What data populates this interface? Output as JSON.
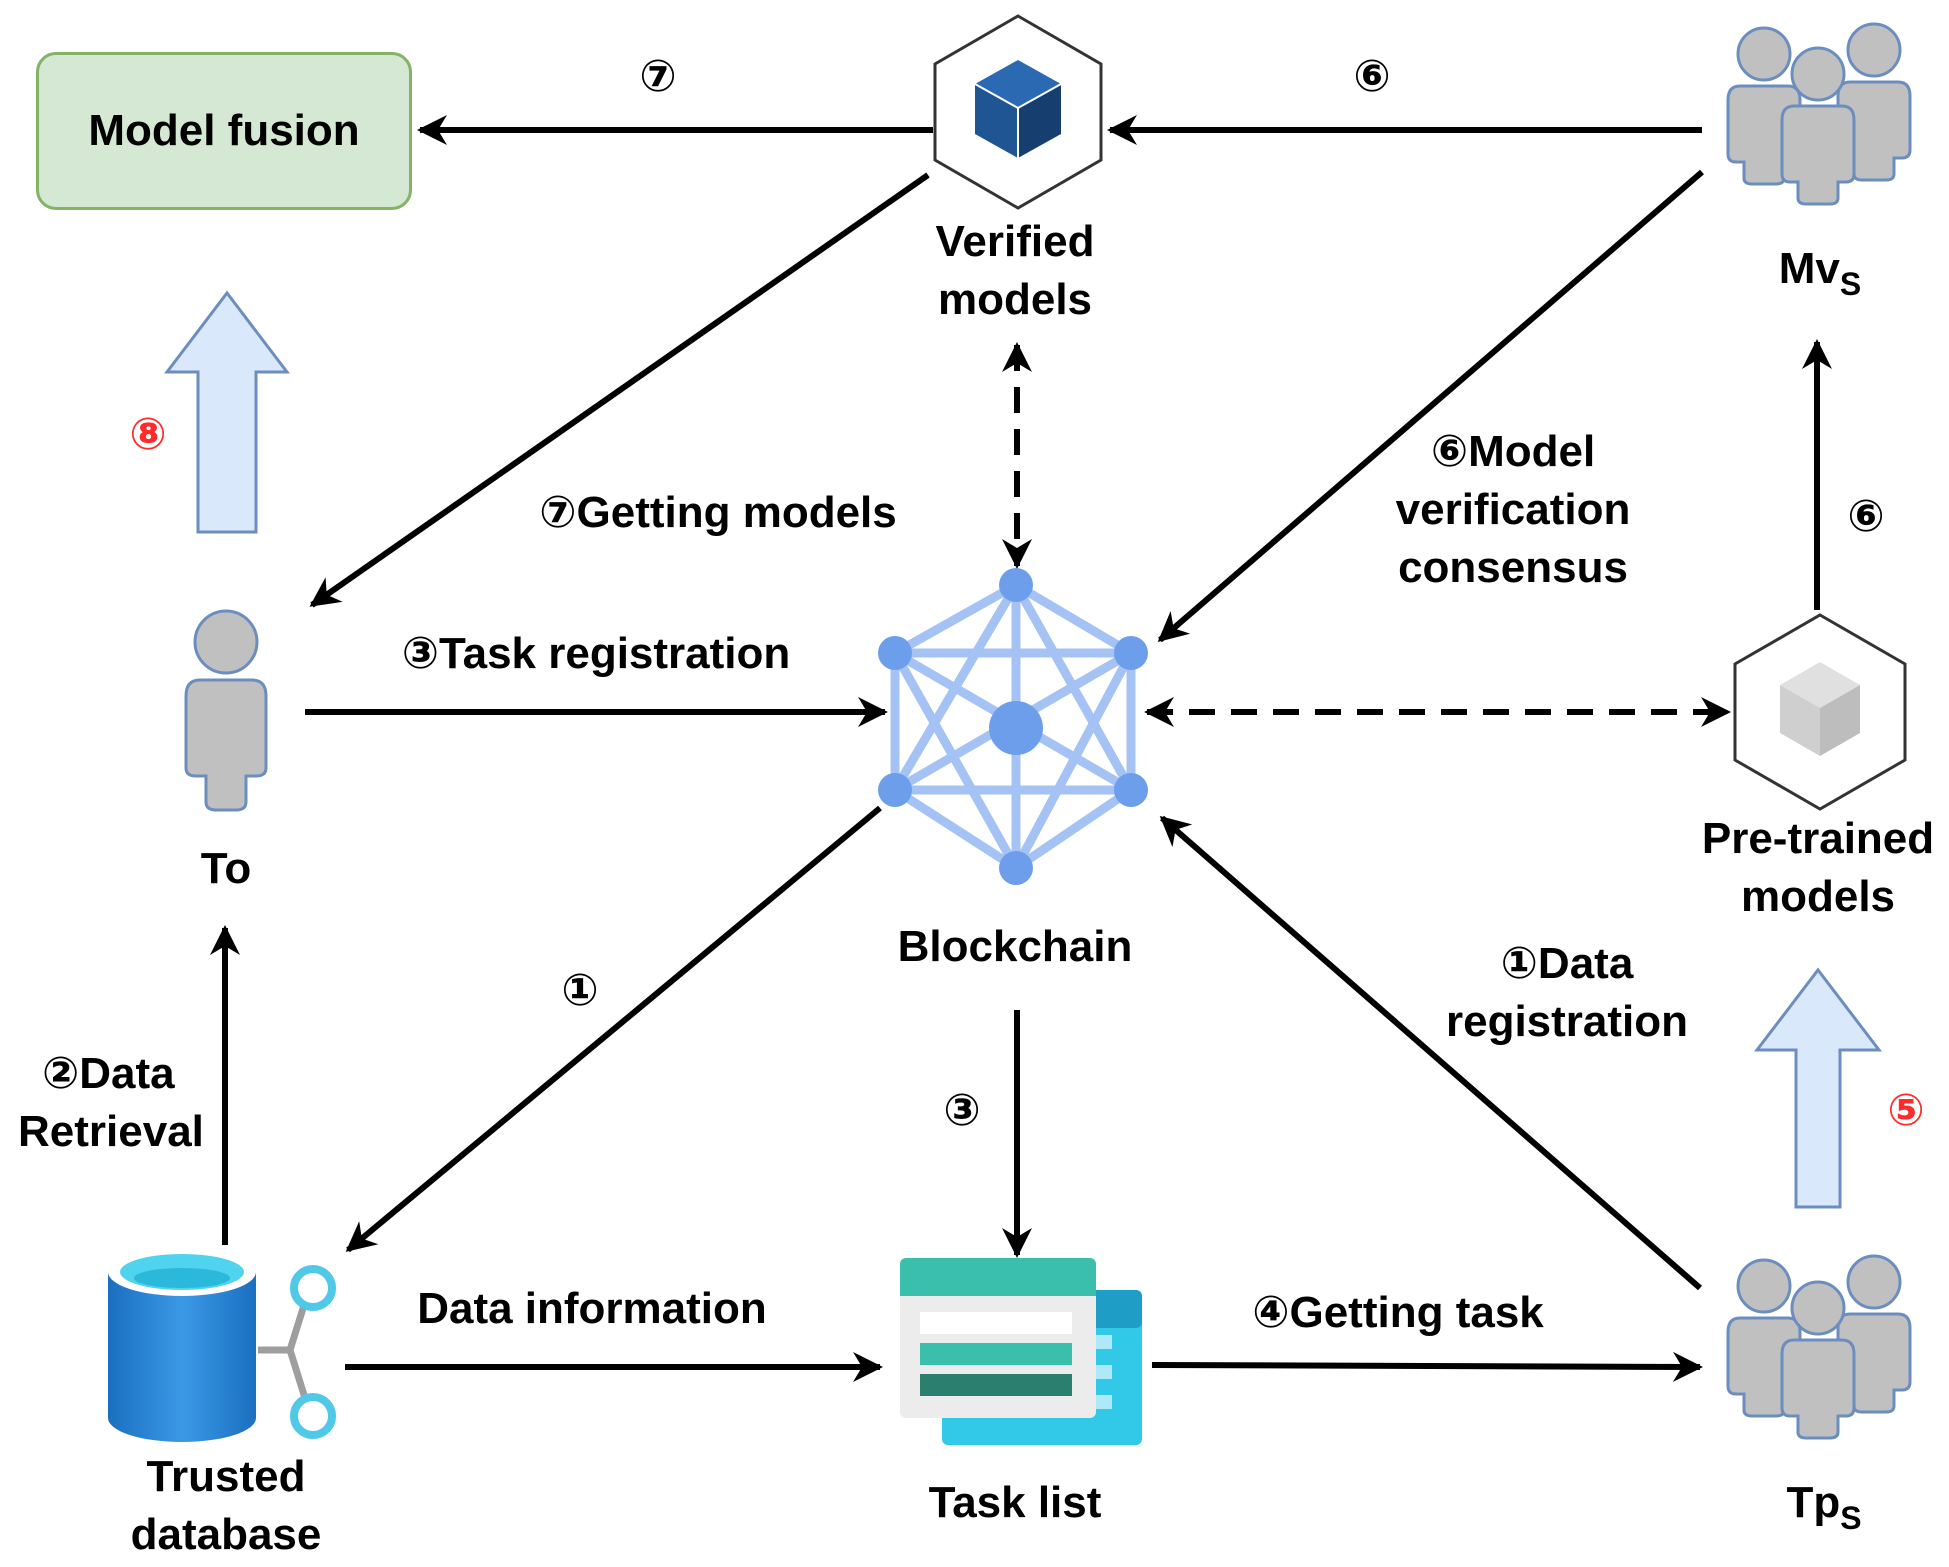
{
  "nodes": {
    "model_fusion": "Model fusion",
    "verified_models": [
      "Verified",
      "models"
    ],
    "mvs": {
      "main": "Mv",
      "sub": "S"
    },
    "to": "To",
    "blockchain": "Blockchain",
    "pretrained_models": [
      "Pre-trained",
      "models"
    ],
    "trusted_database": [
      "Trusted",
      "database"
    ],
    "task_list": "Task list",
    "tps": {
      "main": "Tp",
      "sub": "S"
    }
  },
  "edges": {
    "verified_to_fusion": "⑦",
    "mvs_to_verified": "⑥",
    "getting_models": "⑦Getting models",
    "model_verification": [
      "⑥Model",
      "verification",
      "consensus"
    ],
    "pretrained_to_mvs": "⑥",
    "task_registration": "③Task registration",
    "blockchain_to_db": "①",
    "data_registration": [
      "①Data",
      "registration"
    ],
    "data_retrieval": [
      "②Data",
      "Retrieval"
    ],
    "blockchain_to_tasklist": "③",
    "data_information": "Data information",
    "getting_task": "④Getting task",
    "step_8": "⑧",
    "step_5": "⑤"
  },
  "colors": {
    "fusion_fill": "#d5e8d4",
    "fusion_border": "#82b366",
    "blockchain_node": "#6d9eeb",
    "blockchain_edge": "#a4c2f4",
    "person_fill": "#c0c0c0",
    "person_stroke": "#6c8ebf",
    "cube_blue": "#1f5593",
    "database": "#2e86d6",
    "tasklist_teal": "#3bbfad",
    "big_arrow_fill": "#dae8fc",
    "step_red": "#ff2a2a"
  },
  "icons": [
    "verified-cube-icon",
    "pretrained-cube-icon",
    "blockchain-network-icon",
    "user-icon",
    "group-icon",
    "database-icon",
    "task-list-icon"
  ]
}
